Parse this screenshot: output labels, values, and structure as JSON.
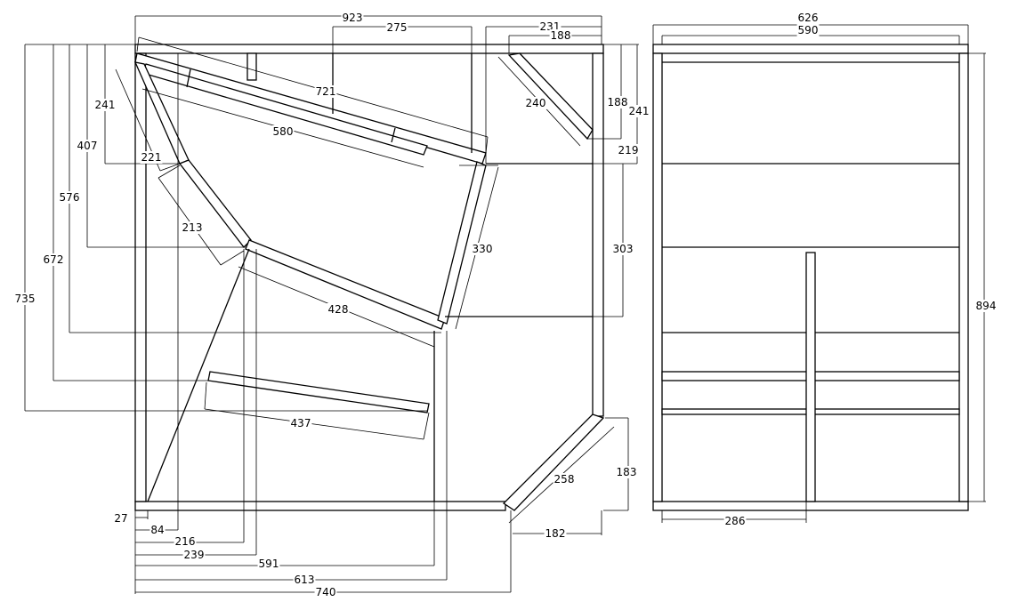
{
  "side_view": {
    "top_labels": {
      "overall": "923",
      "inner": "275",
      "right_outer": "231",
      "right_inner": "188"
    },
    "left_labels": {
      "h735": "735",
      "h672": "672",
      "h576": "576",
      "h407": "407",
      "h241": "241"
    },
    "diagonal_labels": {
      "top_panel": "721",
      "screen_panel": "580",
      "rear_upper": "221",
      "rear_mid": "213",
      "console": "428",
      "front": "330",
      "shelf": "437",
      "corner_brace": "240",
      "front_corner": "258"
    },
    "right_labels": {
      "r188": "188",
      "r241": "241",
      "r219": "219",
      "r303": "303",
      "r183": "183"
    },
    "bottom_labels": {
      "b27": "27",
      "b84": "84",
      "b216": "216",
      "b239": "239",
      "b591": "591",
      "b613": "613",
      "b740": "740",
      "b182": "182"
    }
  },
  "front_view": {
    "top_labels": {
      "outer": "626",
      "inner": "590"
    },
    "height_label": "894",
    "bottom_label": "286"
  }
}
